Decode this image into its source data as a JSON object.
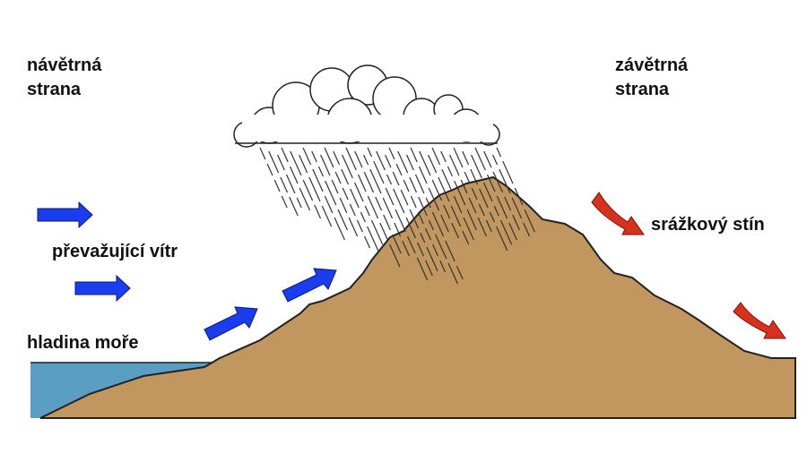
{
  "labels": {
    "windward": [
      "návětrná",
      "strana"
    ],
    "leeward": [
      "závětrná",
      "strana"
    ],
    "prevailing_wind": "převažující vítr",
    "sea_level": "hladina moře",
    "rain_shadow": "srážkový stín"
  },
  "colors": {
    "mountain": "#c2965f",
    "sea": "#5b9ec4",
    "wind": "#1a3df0",
    "leeward_wind": "#d8321f"
  }
}
